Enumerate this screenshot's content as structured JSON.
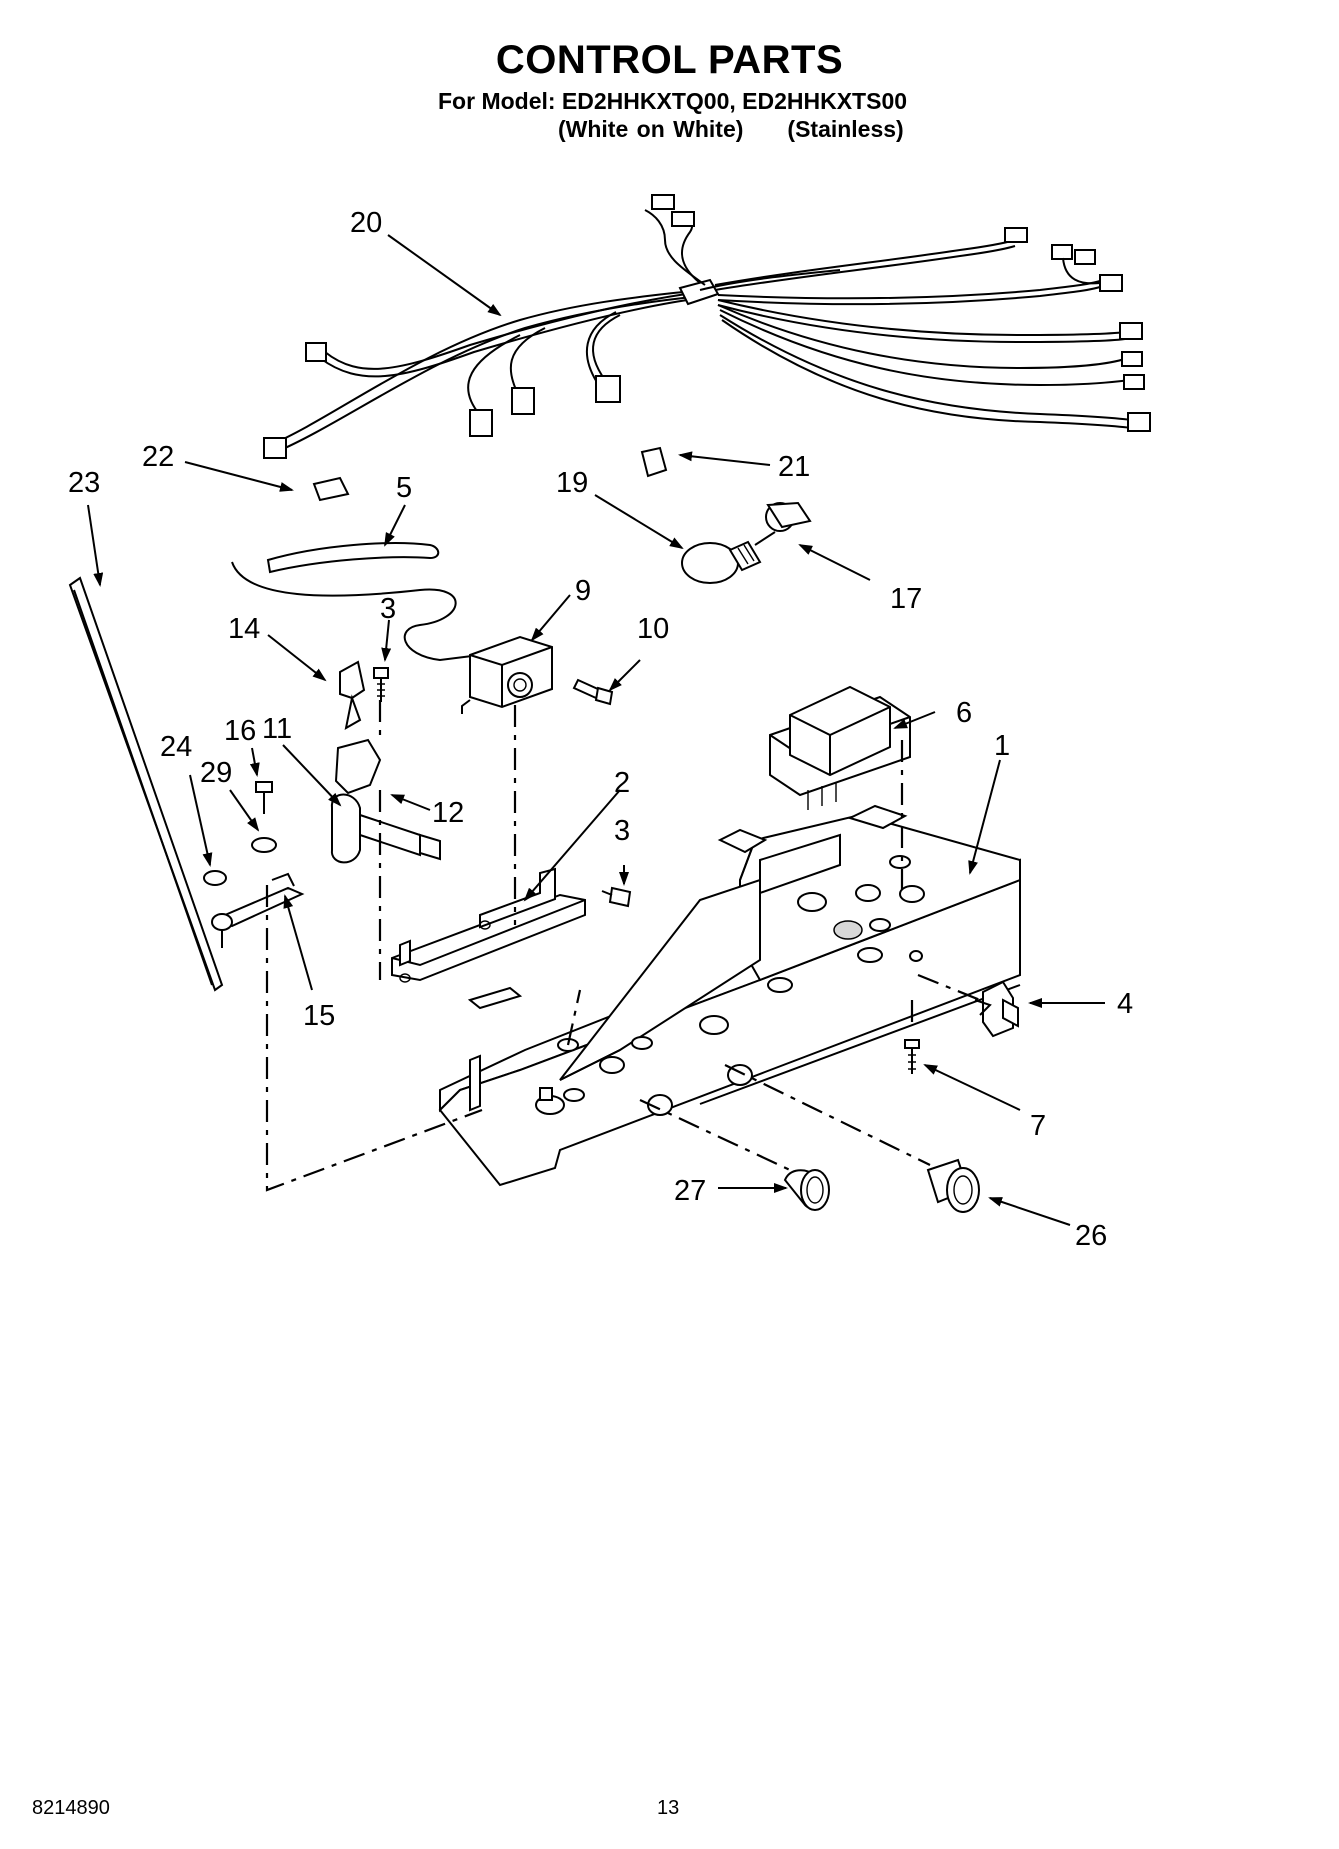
{
  "header": {
    "title": "CONTROL PARTS",
    "model_line": "For Model: ED2HHKXTQ00, ED2HHKXTS00",
    "variant_1": "(White on White)",
    "variant_2": "(Stainless)"
  },
  "footer": {
    "document_number": "8214890",
    "page_number": "13"
  },
  "callouts": {
    "c20": "20",
    "c22": "22",
    "c23": "23",
    "c5": "5",
    "c21": "21",
    "c19": "19",
    "c17": "17",
    "c14": "14",
    "c3a": "3",
    "c9": "9",
    "c10": "10",
    "c16": "16",
    "c11": "11",
    "c24": "24",
    "c29": "29",
    "c6": "6",
    "c1": "1",
    "c12": "12",
    "c2": "2",
    "c3b": "3",
    "c15": "15",
    "c4": "4",
    "c7": "7",
    "c27": "27",
    "c26": "26"
  }
}
